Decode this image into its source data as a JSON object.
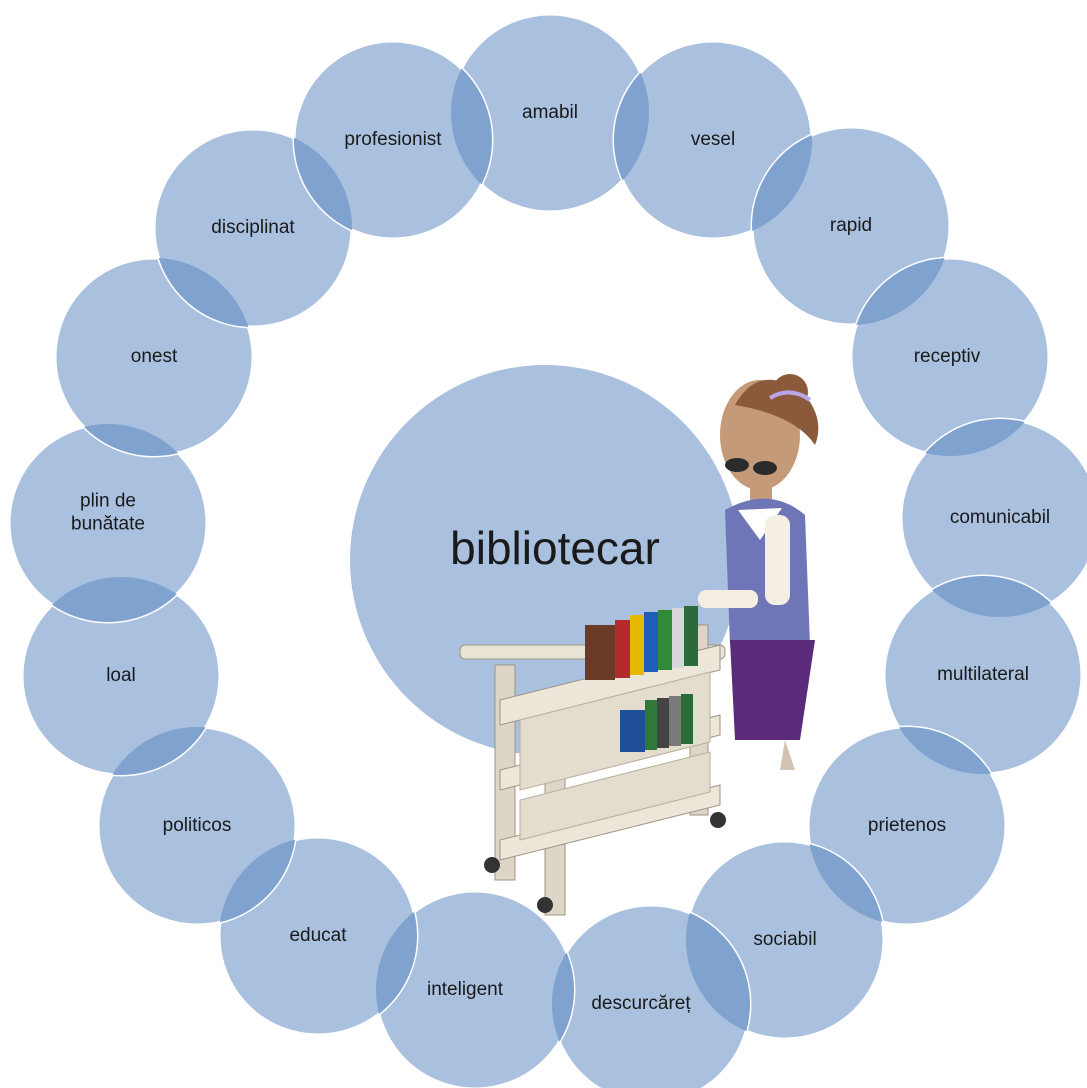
{
  "center": {
    "label": "bibliotecar"
  },
  "nodes": [
    {
      "label": "amabil"
    },
    {
      "label": "vesel"
    },
    {
      "label": "rapid"
    },
    {
      "label": "receptiv"
    },
    {
      "label": "comunicabil"
    },
    {
      "label": "multilateral"
    },
    {
      "label": "prietenos"
    },
    {
      "label": "sociabil"
    },
    {
      "label": "descurcăreț"
    },
    {
      "label": "inteligent"
    },
    {
      "label": "educat"
    },
    {
      "label": "politicos"
    },
    {
      "label": "loal"
    },
    {
      "label": "plin de bunătate"
    },
    {
      "label": "onest"
    },
    {
      "label": "disciplinat"
    },
    {
      "label": "profesionist"
    }
  ],
  "colors": {
    "circle_fill": "#a9c0df",
    "overlap_fill": "#7fa2cf",
    "circle_stroke": "#ffffff",
    "text": "#1a1a1a"
  },
  "illustration": {
    "icon": "librarian-with-book-cart-illustration"
  }
}
